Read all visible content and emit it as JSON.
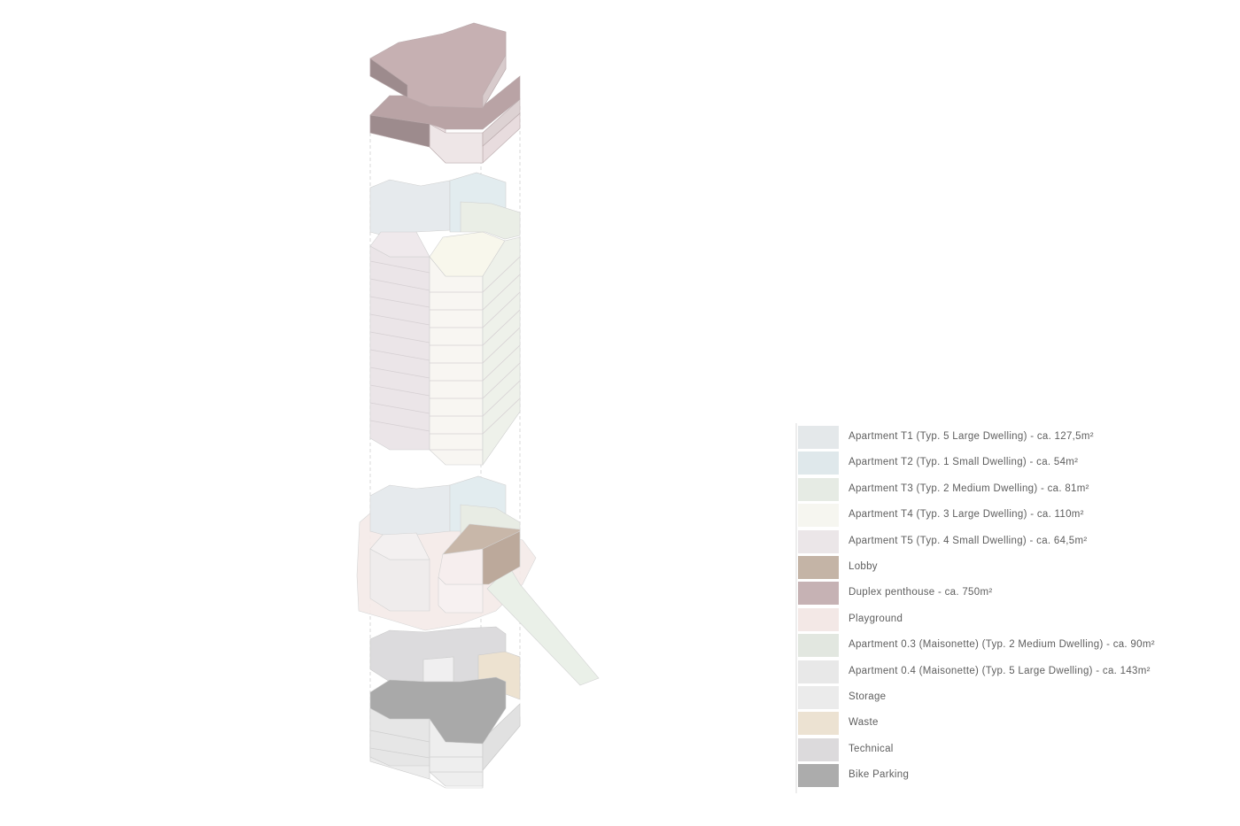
{
  "legend": {
    "items": [
      {
        "label": "Apartment T1 (Typ. 5 Large Dwelling) - ca. 127,5m²",
        "color": "#e4e8ea"
      },
      {
        "label": "Apartment T2 (Typ. 1 Small Dwelling) - ca. 54m²",
        "color": "#dfe8eb"
      },
      {
        "label": "Apartment T3 (Typ. 2 Medium Dwelling) - ca. 81m²",
        "color": "#e6ebe4"
      },
      {
        "label": "Apartment T4 (Typ. 3 Large Dwelling) - ca. 110m²",
        "color": "#f6f6f0"
      },
      {
        "label": "Apartment T5 (Typ. 4 Small Dwelling) - ca. 64,5m²",
        "color": "#ebe6e8"
      },
      {
        "label": "Lobby",
        "color": "#c4b4a6"
      },
      {
        "label": "Duplex penthouse - ca. 750m²",
        "color": "#c6b2b4"
      },
      {
        "label": "Playground",
        "color": "#f3e8e6"
      },
      {
        "label": "Apartment 0.3 (Maisonette) (Typ. 2 Medium Dwelling) - ca. 90m²",
        "color": "#e2e7e0"
      },
      {
        "label": "Apartment 0.4 (Maisonette) (Typ. 5 Large Dwelling) - ca. 143m²",
        "color": "#e8e8e8"
      },
      {
        "label": "Storage",
        "color": "#ebebeb"
      },
      {
        "label": "Waste",
        "color": "#ece2d2"
      },
      {
        "label": "Technical",
        "color": "#dcdadc"
      },
      {
        "label": "Bike Parking",
        "color": "#acacac"
      }
    ]
  },
  "colors": {
    "penthouse_top": "#c6b0b2",
    "penthouse_side": "#9c8a8c",
    "penthouse_wall": "#e8dcde",
    "tower_front": "#ebe5e8",
    "tower_cream": "#f8f6f0",
    "tower_green": "#eef1ea",
    "ground_lobby": "#c8b7a9",
    "playground": "#f4e9e6",
    "bike_parking": "#a9a9a9",
    "technical": "#dcdbdd",
    "waste": "#ede2d0",
    "outline": "#c9c9c9"
  },
  "icons": {
    "legend_swatch": "rect"
  }
}
